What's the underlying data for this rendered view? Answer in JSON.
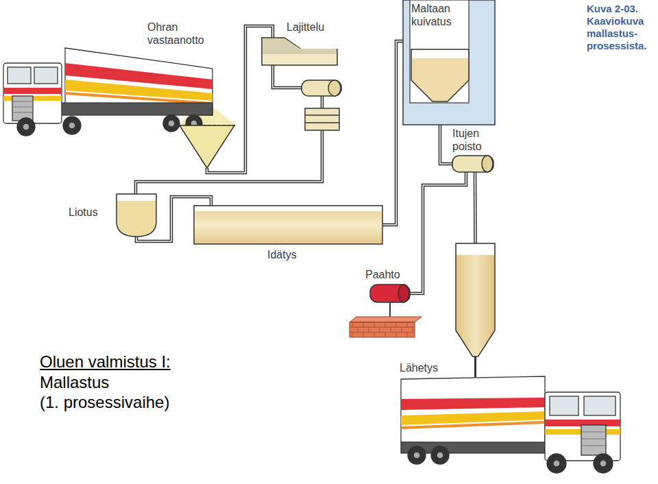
{
  "diagram": {
    "title": "Oluen valmistus I:",
    "caption": "Kuva 2-03. Kaaviokuva mallastus-prosessista.",
    "nodes": [
      {
        "text": [
          "Ohran vastaanotto"
        ]
      },
      {
        "text": [
          "Lajittelu"
        ]
      },
      {
        "text": [
          "Maltaan kuivatus"
        ]
      },
      {
        "text": [
          "Itujen poisto"
        ]
      },
      {
        "text": [
          "Liotus"
        ]
      },
      {
        "text": [
          "Idätys"
        ]
      },
      {
        "text": [
          "Paahto"
        ]
      },
      {
        "text": [
          "Lähetys"
        ]
      }
    ],
    "edges": [
      {
        "from": 0,
        "to": 1,
        "arrow": "none"
      },
      {
        "from": 1,
        "to": 4,
        "arrow": "none"
      },
      {
        "from": 4,
        "to": 5,
        "arrow": "none"
      },
      {
        "from": 5,
        "to": 2,
        "arrow": "none"
      },
      {
        "from": 2,
        "to": 3,
        "arrow": "none"
      },
      {
        "from": 3,
        "to": 6,
        "arrow": "none"
      },
      {
        "from": 3,
        "to": 7,
        "arrow": "none"
      }
    ],
    "labels": [
      "Mallastus",
      "(1. prosessivaihe)"
    ]
  }
}
